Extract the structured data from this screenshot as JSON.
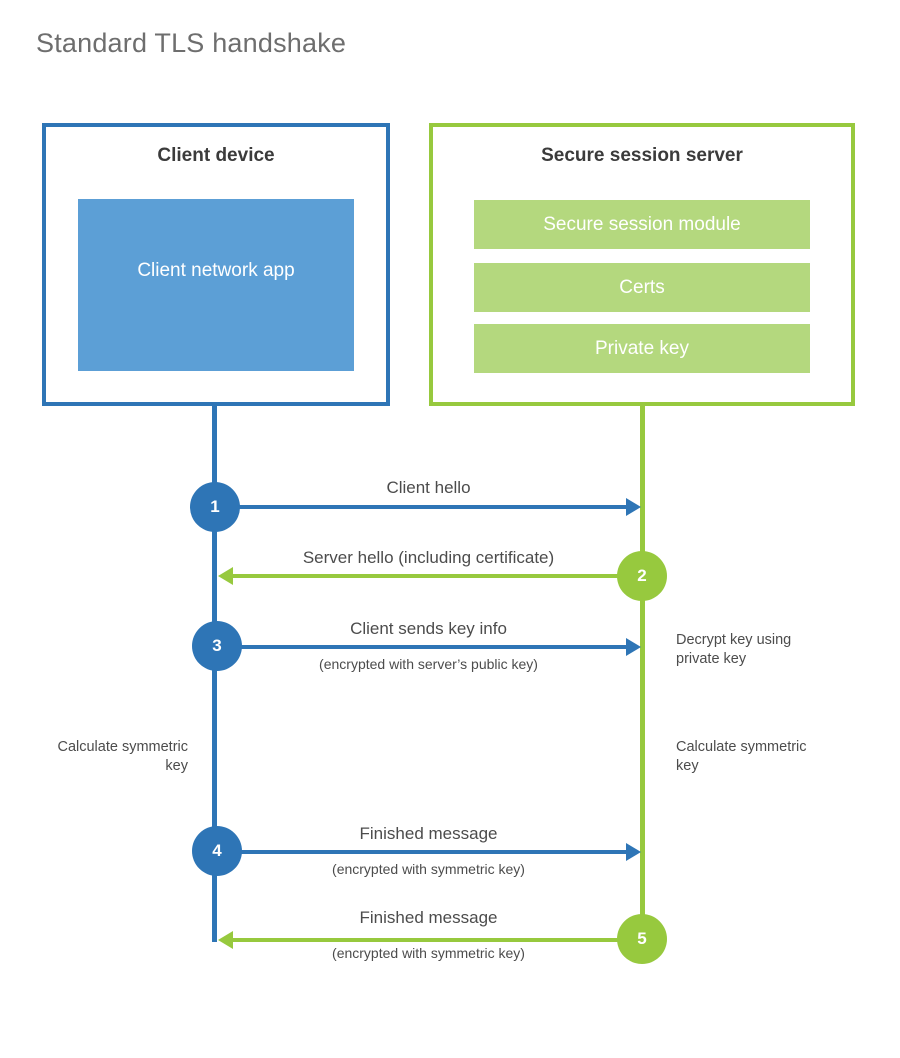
{
  "title": "Standard TLS handshake",
  "client_box": {
    "title": "Client device",
    "app_label": "Client network app"
  },
  "server_box": {
    "title": "Secure session server",
    "modules": [
      "Secure session module",
      "Certs",
      "Private key"
    ]
  },
  "steps": [
    {
      "number": "1",
      "from": "client",
      "direction": "right",
      "label": "Client hello",
      "sublabel": ""
    },
    {
      "number": "2",
      "from": "server",
      "direction": "left",
      "label": "Server hello (including certificate)",
      "sublabel": ""
    },
    {
      "number": "3",
      "from": "client",
      "direction": "right",
      "label": "Client sends key info",
      "sublabel": "(encrypted with server’s public key)"
    },
    {
      "number": "4",
      "from": "client",
      "direction": "right",
      "label": "Finished message",
      "sublabel": "(encrypted with symmetric key)"
    },
    {
      "number": "5",
      "from": "server",
      "direction": "left",
      "label": "Finished message",
      "sublabel": "(encrypted with symmetric key)"
    }
  ],
  "annotations": {
    "decrypt_note": "Decrypt key using private key",
    "calculate_left": "Calculate symmetric key",
    "calculate_right": "Calculate symmetric key"
  },
  "colors": {
    "client_accent": "#2e75b6",
    "client_fill": "#5c9fd6",
    "server_accent": "#97c93e",
    "server_fill": "#b4d87e",
    "heading_text": "#3b3b3b",
    "label_text": "#4c4c4c",
    "title_text": "#6e6e6e"
  }
}
